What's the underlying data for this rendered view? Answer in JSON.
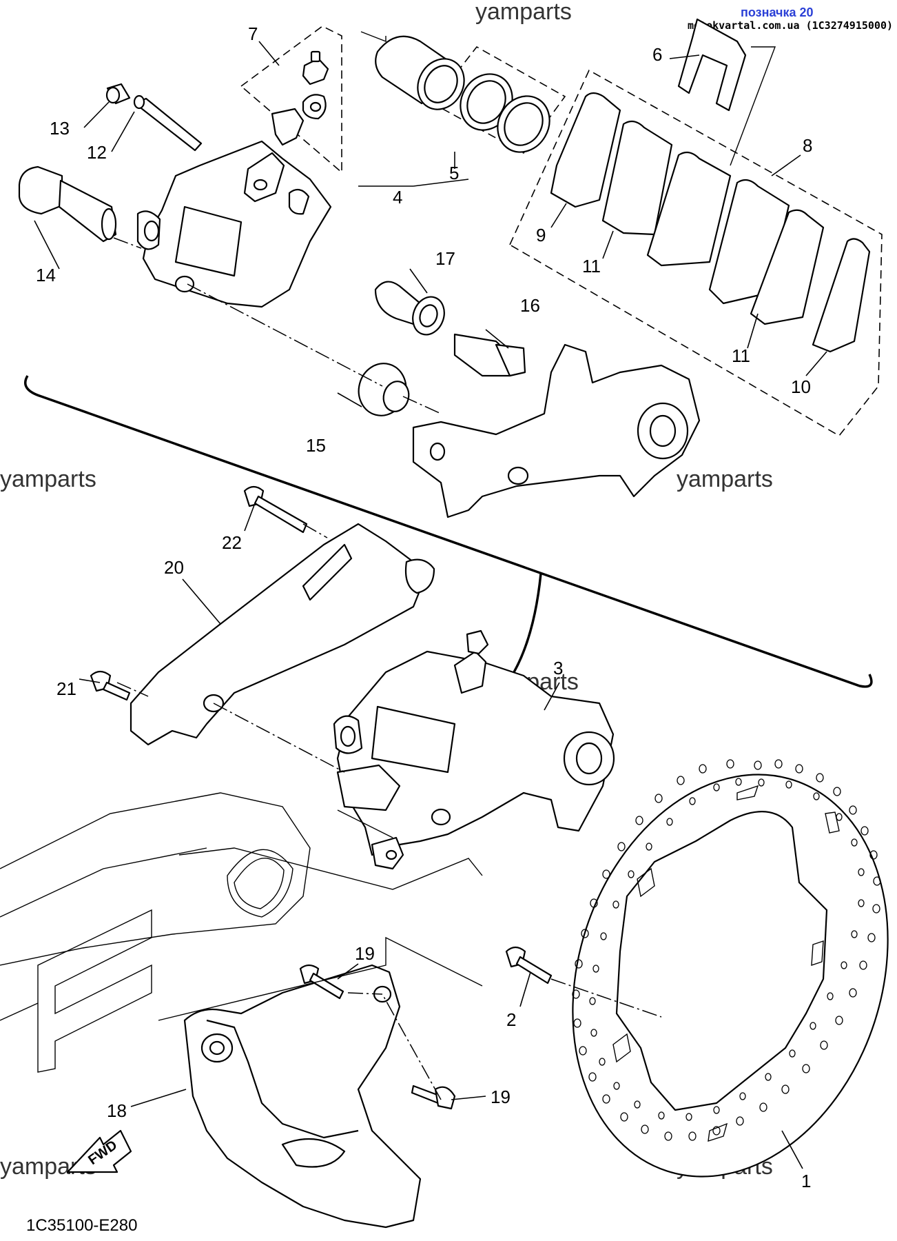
{
  "header": {
    "title": "позначка 20",
    "site": "motokvartal.com.ua (1C3274915000)"
  },
  "watermarks": {
    "top": "yamparts",
    "left_mid": "yamparts",
    "right_mid": "yamparts",
    "center": "yamparts",
    "bottom_left": "yamparts",
    "bottom_right": "yamparts"
  },
  "diagram_code": "1C35100-E280",
  "fwd_label": "FWD",
  "callouts": {
    "c1": "1",
    "c2": "2",
    "c3": "3",
    "c4": "4",
    "c5": "5",
    "c6": "6",
    "c7": "7",
    "c8": "8",
    "c9": "9",
    "c10": "10",
    "c11a": "11",
    "c11b": "11",
    "c12": "12",
    "c13": "13",
    "c14": "14",
    "c15": "15",
    "c16": "16",
    "c17": "17",
    "c18": "18",
    "c19a": "19",
    "c19b": "19",
    "c20": "20",
    "c21": "21",
    "c22": "22"
  }
}
